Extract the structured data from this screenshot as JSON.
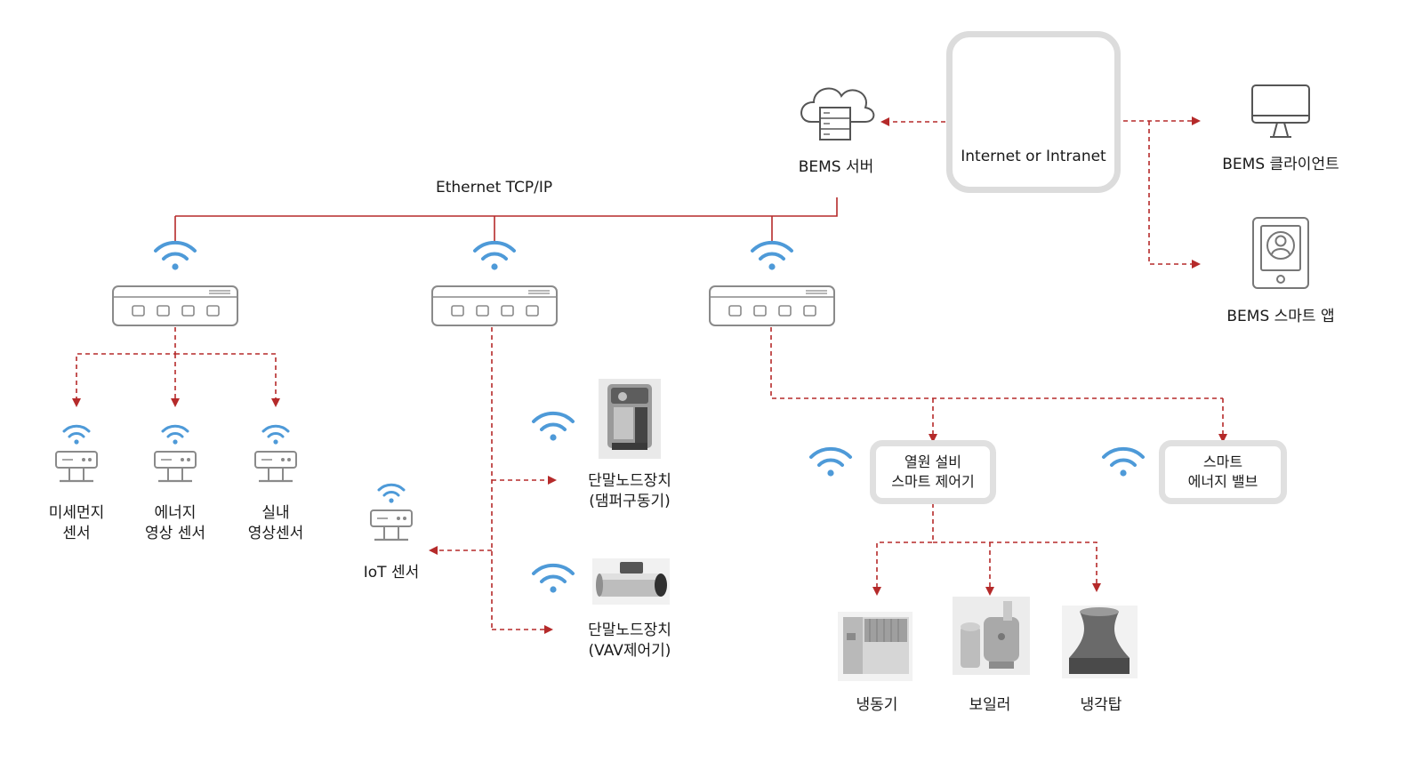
{
  "network": {
    "label": "Internet or Intranet"
  },
  "ethernet": {
    "label": "Ethernet TCP/IP"
  },
  "server": {
    "label": "BEMS 서버"
  },
  "client": {
    "label": "BEMS 클라이언트"
  },
  "app": {
    "label": "BEMS 스마트 앱"
  },
  "sensors": [
    {
      "line1": "미세먼지",
      "line2": "센서"
    },
    {
      "line1": "에너지",
      "line2": "영상 센서"
    },
    {
      "line1": "실내",
      "line2": "영상센서"
    }
  ],
  "iot": {
    "label": "IoT 센서"
  },
  "terminals": [
    {
      "line1": "단말노드장치",
      "line2": "(댐퍼구동기)"
    },
    {
      "line1": "단말노드장치",
      "line2": "(VAV제어기)"
    }
  ],
  "controllers": [
    {
      "line1": "열원 설비",
      "line2": "스마트 제어기"
    },
    {
      "line1": "스마트",
      "line2": "에너지 밸브"
    }
  ],
  "equipment": [
    {
      "label": "냉동기"
    },
    {
      "label": "보일러"
    },
    {
      "label": "냉각탑"
    }
  ],
  "colors": {
    "accent": "#b52a2a",
    "wifi": "#4e9ad8",
    "device": "#8a8a8a",
    "box_border": "#dcdcdc"
  }
}
